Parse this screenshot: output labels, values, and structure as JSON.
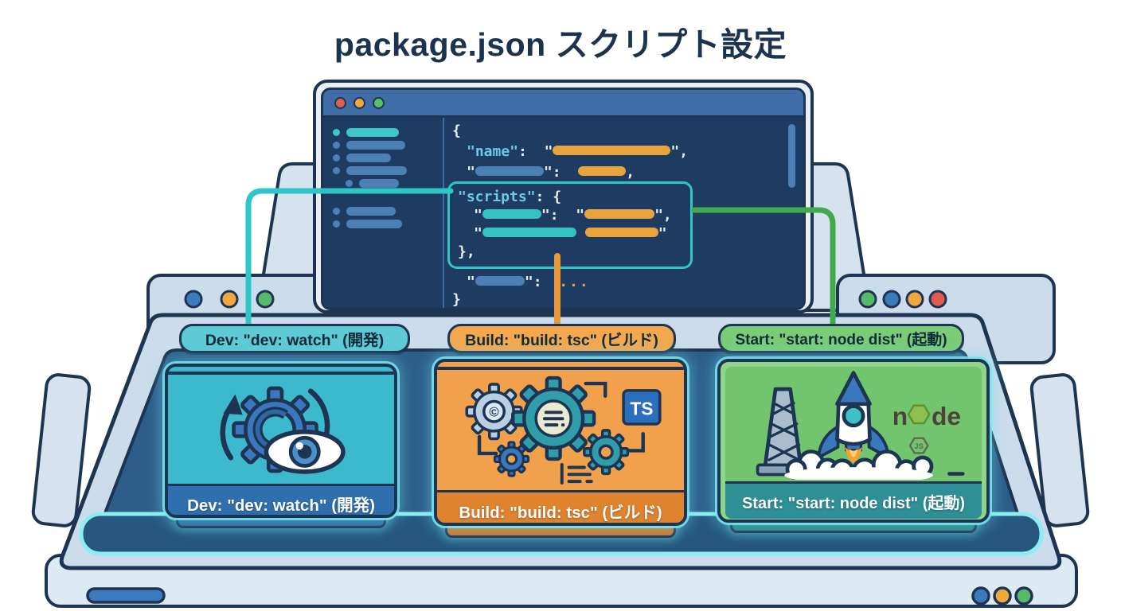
{
  "title": "package.json スクリプト設定",
  "editor": {
    "code": {
      "open_brace": "{",
      "name_key": "\"name\"",
      "colon": ":",
      "comma": ",",
      "quote": "\"",
      "scripts_key": "\"scripts\"",
      "scripts_open": "{",
      "scripts_close": "},",
      "ellipsis": "...",
      "close_brace": "}"
    }
  },
  "cards": [
    {
      "id": "dev",
      "pill_label": "Dev: \"dev: watch\" (開発)",
      "caption": "Dev: \"dev: watch\" (開発)",
      "icon": "gear-eye-watch-icon",
      "body_color": "#3db9ce",
      "band_color": "#306fae",
      "pill_color": "#5dcad5",
      "connector_color": "#2fc6c8"
    },
    {
      "id": "build",
      "pill_label": "Build: \"build: tsc\" (ビルド)",
      "caption": "Build: \"build: tsc\" (ビルド)",
      "icon": "gears-typescript-icon",
      "badge": "TS",
      "body_color": "#f1a14c",
      "band_color": "#df832e",
      "pill_color": "#f3a850",
      "connector_color": "#e8973a"
    },
    {
      "id": "start",
      "pill_label": "Start: \"start: node dist\" (起動)",
      "caption": "Start: \"start: node dist\" (起動)",
      "icon": "rocket-launch-icon",
      "logo": "node",
      "logo_badge": "JS",
      "body_color": "#73c56f",
      "band_color": "#2e8f96",
      "pill_color": "#7bcb77",
      "connector_color": "#43a94e"
    }
  ],
  "colors": {
    "outline": "#1d3552",
    "editor_bg": "#1e3c61",
    "titlebar": "#3f6da6",
    "code_key": "#6cc9ea",
    "redacted_orange": "#e9a43e",
    "redacted_teal": "#35c2c5",
    "redacted_blue": "#4b80b5",
    "traffic_red": "#e05d55",
    "traffic_orange": "#f0a73f",
    "traffic_green": "#57c163",
    "tray": "#cddcea",
    "tray_panel": "#2d5e8a",
    "glow": "#8ceef2"
  }
}
